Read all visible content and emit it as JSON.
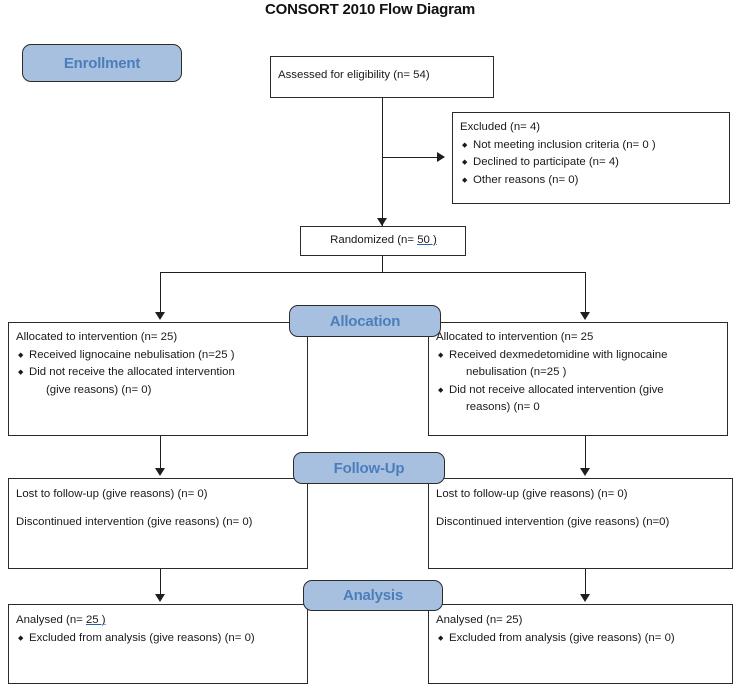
{
  "title": "CONSORT 2010 Flow Diagram",
  "stages": {
    "enrollment": "Enrollment",
    "allocation": "Allocation",
    "followup": "Follow-Up",
    "analysis": "Analysis"
  },
  "enrollment": {
    "assessed": "Assessed for eligibility (n= 54)",
    "excluded": {
      "heading": "Excluded  (n= 4)",
      "reasons": [
        "Not meeting inclusion criteria (n= 0 )",
        "Declined to participate (n=  4)",
        "Other reasons (n=  0)"
      ]
    },
    "randomized_prefix": "Randomized (n= ",
    "randomized_value": "50 )"
  },
  "allocation": {
    "left": {
      "heading": "Allocated to intervention (n= 25)",
      "items": [
        "Received lignocaine nebulisation (n=25  )",
        "Did not receive the allocated intervention"
      ],
      "continuation": "(give reasons) (n=  0)"
    },
    "right": {
      "heading": "Allocated to intervention (n= 25",
      "item1_line1": "Received dexmedetomidine with lignocaine",
      "item1_line2": "nebulisation (n=25  )",
      "item2_line1": "Did not receive allocated intervention (give",
      "item2_line2": "reasons) (n=  0"
    }
  },
  "followup": {
    "left": {
      "lost": "Lost to follow-up (give reasons) (n= 0)",
      "discontinued": "Discontinued intervention (give reasons) (n= 0)"
    },
    "right": {
      "lost": "Lost to follow-up (give reasons) (n= 0)",
      "discontinued": "Discontinued intervention (give reasons) (n=0)"
    }
  },
  "analysis": {
    "left": {
      "analysed_prefix": "Analysed (n= ",
      "analysed_value": "25 )",
      "excluded": "Excluded from analysis (give reasons) (n= 0)"
    },
    "right": {
      "analysed": "Analysed (n= 25)",
      "excluded": "Excluded from analysis (give reasons) (n= 0)"
    }
  },
  "colors": {
    "pill_fill": "#a8c0e0",
    "pill_text": "#4a7ebb",
    "border": "#2b2b2b",
    "link_underline": "#2a5db0"
  }
}
